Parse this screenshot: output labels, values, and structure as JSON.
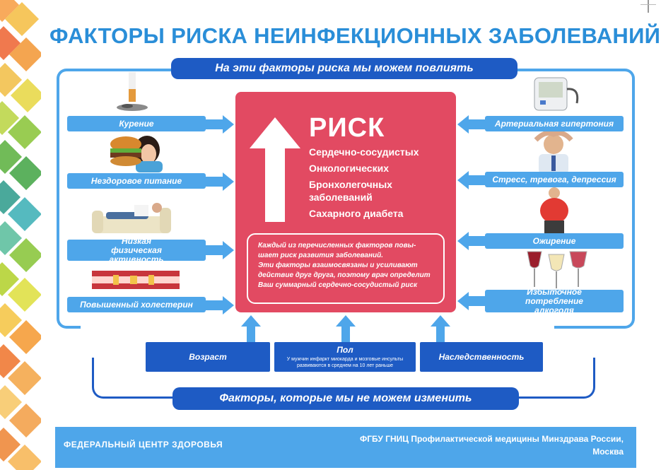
{
  "title": "ФАКТОРЫ РИСКА НЕИНФЕКЦИОННЫХ ЗАБОЛЕВАНИЙ",
  "modifiable_header": "На эти факторы риска мы можем повлиять",
  "nonmodifiable_header": "Факторы, которые мы не можем изменить",
  "left_factors": [
    {
      "label": "Курение",
      "icon": "cigarette-icon"
    },
    {
      "label": "Нездоровое питание",
      "icon": "burger-icon"
    },
    {
      "label": "Низкая физическая активность",
      "icon": "couch-icon"
    },
    {
      "label": "Повышенный холестерин",
      "icon": "artery-icon"
    }
  ],
  "right_factors": [
    {
      "label": "Артериальная гипертония",
      "icon": "blood-pressure-monitor-icon"
    },
    {
      "label": "Стресс, тревога, депрессия",
      "icon": "stressed-man-icon"
    },
    {
      "label": "Ожирение",
      "icon": "obese-man-icon"
    },
    {
      "label": "Избыточное потребление алкоголя",
      "icon": "wine-glasses-icon"
    }
  ],
  "risk": {
    "heading": "РИСК",
    "items": [
      "Сердечно-сосудистых",
      "Онкологических",
      "Бронхолегочных заболеваний",
      "Сахарного диабета"
    ],
    "note_lines": [
      "Каждый из перечисленных факторов повы-",
      "шает риск развития заболеваний.",
      "Эти факторы взаимосвязаны и усиливают",
      "действие друг друга, поэтому врач определит",
      "Ваш суммарный сердечно-сосудистый риск"
    ]
  },
  "fixed_factors": [
    {
      "label": "Возраст",
      "sub": ""
    },
    {
      "label": "Пол",
      "sub": "У мужчин инфаркт миокарда и мозговые инсульты развиваются в среднем на 10 лет раньше"
    },
    {
      "label": "Наследственность",
      "sub": ""
    }
  ],
  "footer": {
    "left": "ФЕДЕРАЛЬНЫЙ ЦЕНТР ЗДОРОВЬЯ",
    "right_line1": "ФГБУ ГНИЦ Профилактической медицины Минздрава России,",
    "right_line2": "Москва"
  },
  "colors": {
    "title": "#2a8ed8",
    "accent_light": "#4ea6ea",
    "accent_dark": "#1e5bc4",
    "risk_panel": "#e24a62"
  }
}
